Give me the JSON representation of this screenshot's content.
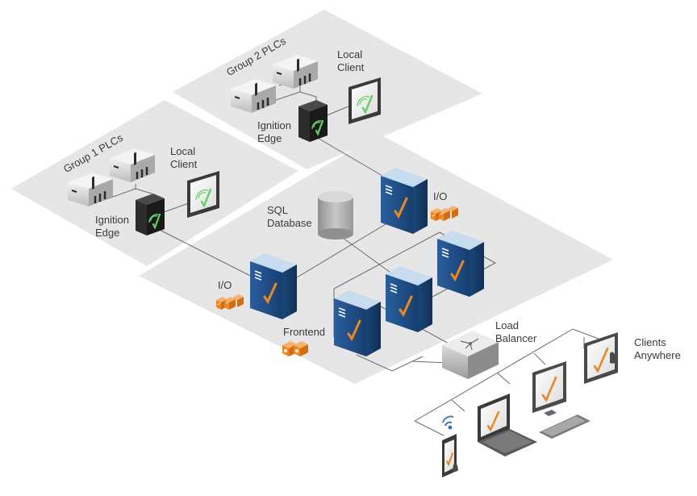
{
  "labels": {
    "group2_plcs": "Group 2 PLCs",
    "group1_plcs": "Group 1 PLCs",
    "local_client_1": "Local\nClient",
    "local_client_2": "Local\nClient",
    "ignition_edge_1": "Ignition\nEdge",
    "ignition_edge_2": "Ignition\nEdge",
    "sql_database": "SQL\nDatabase",
    "io_top": "I/O",
    "io_left": "I/O",
    "frontend": "Frontend",
    "load_balancer": "Load\nBalancer",
    "clients_anywhere": "Clients\nAnywhere"
  },
  "colors": {
    "platform": "#e6e6e6",
    "server_blue": "#1f4e86",
    "server_top": "#b9d3ea",
    "accent_orange": "#f0861e",
    "edge_green": "#5fd35f",
    "line": "#6a6a6a"
  },
  "icons": [
    "plc-rack-icon",
    "ignition-edge-icon",
    "monitor-icon",
    "server-icon",
    "database-icon",
    "io-module-icon",
    "frontend-module-icon",
    "load-balancer-icon",
    "laptop-icon",
    "desktop-icon",
    "phone-icon",
    "wifi-icon",
    "touch-hand-icon"
  ]
}
